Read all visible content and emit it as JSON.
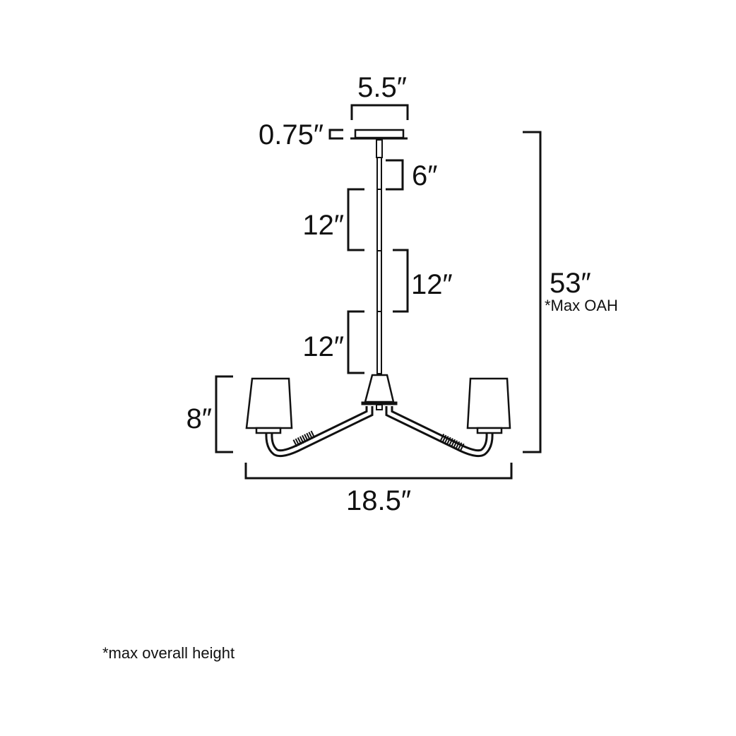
{
  "dimensions": {
    "canopy_width": "5.5″",
    "canopy_height": "0.75″",
    "rod_short": "6″",
    "rod_1": "12″",
    "rod_2": "12″",
    "rod_3": "12″",
    "overall_height": "53″",
    "overall_height_note": "*Max OAH",
    "fixture_height": "8″",
    "fixture_width": "18.5″"
  },
  "footnote": "*max overall height",
  "colors": {
    "line": "#111111",
    "background": "#ffffff"
  }
}
